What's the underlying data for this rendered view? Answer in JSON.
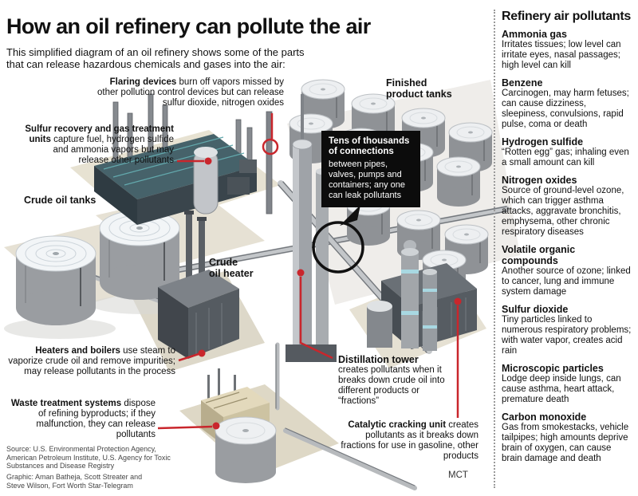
{
  "title": "How an oil refinery can pollute the air",
  "subtitle": "This simplified diagram of an oil refinery shows some of the parts\nthat can release hazardous chemicals and gases into the air:",
  "colors": {
    "accent_red": "#c9262c",
    "box_black": "#0c0c0c",
    "platform_beige": "#e7e2d2",
    "tank_gray": "#8f9296",
    "tank_top": "#edeff1",
    "cyan_ring": "#a8d8e2"
  },
  "diagram": {
    "labels": {
      "crude_oil_tanks": "Crude oil tanks",
      "finished_product_tanks": "Finished\nproduct tanks",
      "crude_oil_heater": "Crude\noil heater"
    },
    "callouts": {
      "flaring": {
        "bold": "Flaring devices",
        "rest": " burn off vapors missed by other pollution control devices but can release sulfur dioxide, nitrogen oxides"
      },
      "sulfur": {
        "bold": "Sulfur recovery and gas treatment units",
        "rest": " capture fuel, hydrogen sulfide and ammonia vapors but may release other pollutants"
      },
      "heaters": {
        "bold": "Heaters and boilers",
        "rest": " use steam to vaporize crude oil and remove impurities; may release pollutants in the process"
      },
      "waste": {
        "bold": "Waste treatment systems",
        "rest": " dispose of refining byproducts; if they malfunction, they can release pollutants"
      },
      "distillation": {
        "bold": "Distillation tower",
        "rest": "creates pollutants when it breaks down crude oil into different products or “fractions”"
      },
      "catalytic": {
        "bold": "Catalytic cracking unit",
        "rest": " creates pollutants as it breaks down fractions for use in gasoline, other products"
      }
    },
    "connections_box": {
      "bold": "Tens of thousands of connections",
      "rest": "between pipes, valves, pumps and containers; any one can leak pollutants"
    }
  },
  "sidebar": {
    "heading": "Refinery air pollutants",
    "entries": [
      {
        "name": "Ammonia gas",
        "desc": "Irritates tissues; low level can irritate eyes, nasal passages; high level can kill"
      },
      {
        "name": "Benzene",
        "desc": "Carcinogen, may harm fetuses; can cause dizziness, sleepiness, convulsions, rapid pulse, coma or death"
      },
      {
        "name": "Hydrogen sulfide",
        "desc": "“Rotten egg” gas; inhaling even a small amount can kill"
      },
      {
        "name": "Nitrogen oxides",
        "desc": "Source of ground-level ozone, which can trigger asthma attacks, aggravate bronchitis, emphysema, other chronic respiratory diseases"
      },
      {
        "name": "Volatile organic compounds",
        "desc": "Another source of ozone; linked to cancer, lung and immune system damage"
      },
      {
        "name": "Sulfur dioxide",
        "desc": "Tiny particles linked to numerous respiratory problems; with water vapor, creates acid rain"
      },
      {
        "name": "Microscopic particles",
        "desc": "Lodge deep inside lungs, can cause asthma, heart attack, premature death"
      },
      {
        "name": "Carbon monoxide",
        "desc": "Gas from smokestacks, vehicle tailpipes; high amounts deprive brain of oxygen, can cause brain damage and death"
      }
    ]
  },
  "footer": {
    "source": "Source: U.S. Environmental Protection Agency,\nAmerican Petroleum Institute, U.S. Agency for Toxic\nSubstances and Disease Registry",
    "graphic": "Graphic: Aman Batheja, Scott Streater and\nSteve Wilson, Fort Worth Star-Telegram",
    "credit": "MCT"
  }
}
